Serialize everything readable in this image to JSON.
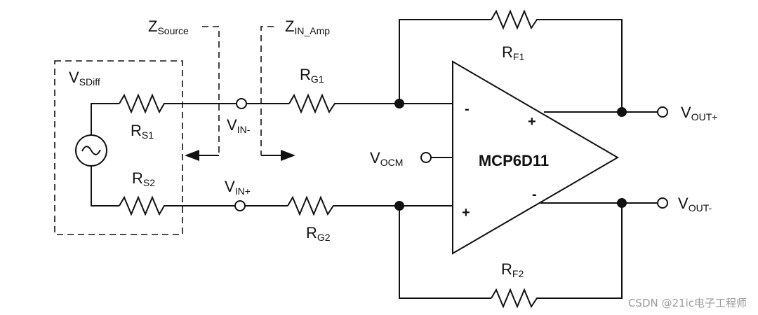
{
  "labels": {
    "z_source": {
      "main": "Z",
      "sub": "Source"
    },
    "z_in_amp": {
      "main": "Z",
      "sub": "IN_Amp"
    },
    "v_sdiff": {
      "main": "V",
      "sub": "SDiff"
    },
    "r_s1": {
      "main": "R",
      "sub": "S1"
    },
    "r_s2": {
      "main": "R",
      "sub": "S2"
    },
    "r_g1": {
      "main": "R",
      "sub": "G1"
    },
    "r_g2": {
      "main": "R",
      "sub": "G2"
    },
    "r_f1": {
      "main": "R",
      "sub": "F1"
    },
    "r_f2": {
      "main": "R",
      "sub": "F2"
    },
    "v_in_minus": {
      "main": "V",
      "sub": "IN-"
    },
    "v_in_plus": {
      "main": "V",
      "sub": "IN+"
    },
    "v_ocm": {
      "main": "V",
      "sub": "OCM"
    },
    "v_out_plus": {
      "main": "V",
      "sub": "OUT+"
    },
    "v_out_minus": {
      "main": "V",
      "sub": "OUT-"
    }
  },
  "amplifier": {
    "name": "MCP6D11",
    "input_minus_sign": "-",
    "input_plus_sign": "+",
    "output_plus_sign": "+",
    "output_minus_sign": "-"
  },
  "watermark": "CSDN @21ic电子工程师"
}
